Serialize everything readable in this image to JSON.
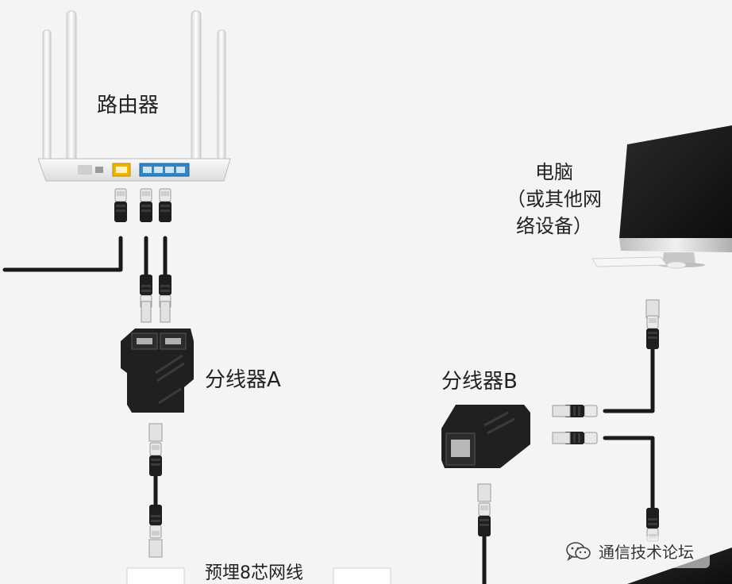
{
  "labels": {
    "router": "路由器",
    "splitter_a": "分线器A",
    "splitter_b": "分线器B",
    "pc_line1": "电脑",
    "pc_line2": "（或其他网",
    "pc_line3": "络设备）",
    "cable": "预埋8芯网线"
  },
  "watermark": {
    "text": "通信技术论坛",
    "icon": "wechat-icon"
  },
  "colors": {
    "background": "#f4f4f4",
    "cable": "#1a1a1a",
    "router_body": "#f2f2f2",
    "wan_port": "#f0b400",
    "lan_port": "#2f86c8",
    "splitter": "#202020",
    "monitor_screen": "#1c1c1c"
  }
}
